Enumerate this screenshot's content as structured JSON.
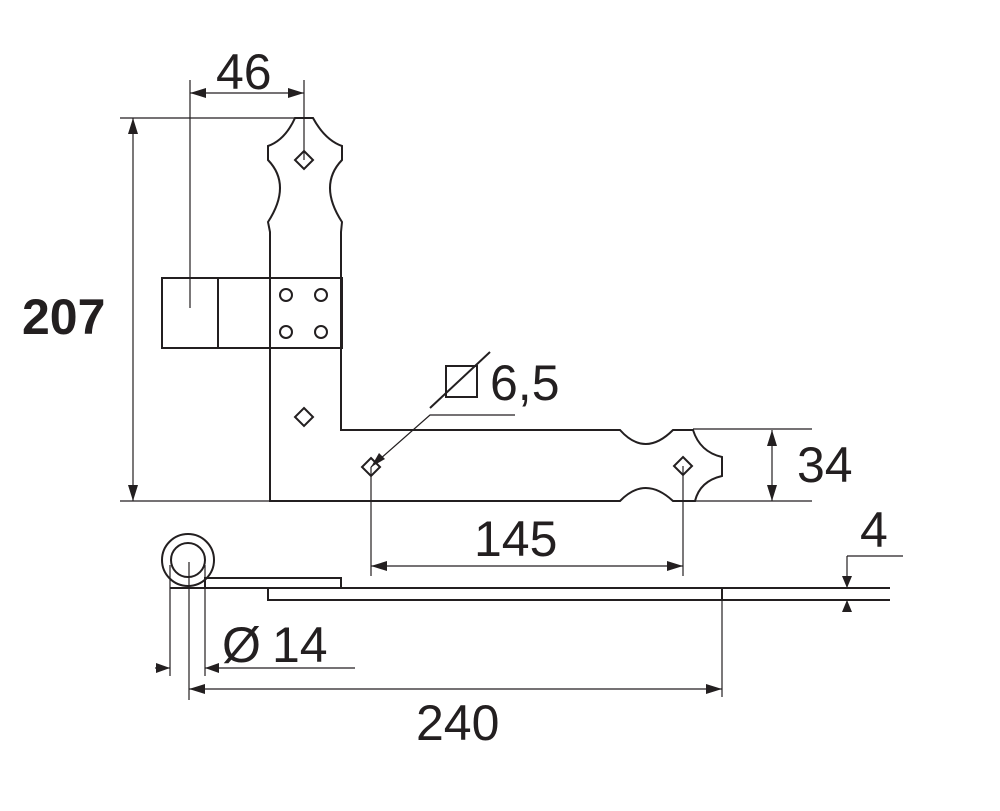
{
  "title": "Corner hinge technical drawing",
  "dimensions": {
    "height": "207",
    "hinge_offset": "46",
    "hole_diameter": "6,5",
    "hole_spacing": "145",
    "leaf_width": "34",
    "thickness": "4",
    "pin_diameter": "14",
    "length": "240"
  },
  "symbols": {
    "diameter": "Ø"
  },
  "colors": {
    "line": "#231f20",
    "background": "#ffffff"
  }
}
